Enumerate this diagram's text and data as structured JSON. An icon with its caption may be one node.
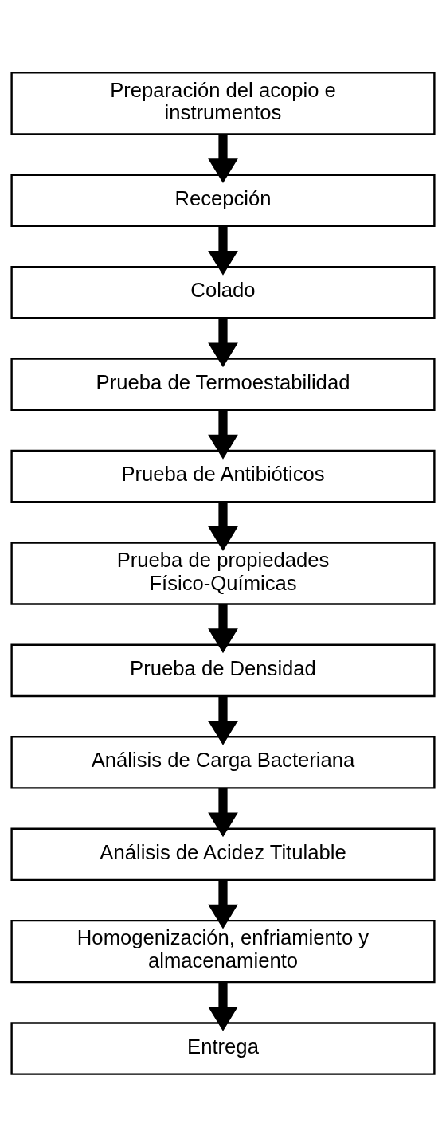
{
  "diagram": {
    "nodes": [
      {
        "text": [
          "Preparación del acopio e instrumentos"
        ]
      },
      {
        "text": [
          "Recepción"
        ]
      },
      {
        "text": [
          "Colado"
        ]
      },
      {
        "text": [
          "Prueba de Termoestabilidad"
        ]
      },
      {
        "text": [
          "Prueba de Antibióticos"
        ]
      },
      {
        "text": [
          "Prueba de propiedades Físico-Químicas"
        ]
      },
      {
        "text": [
          "Prueba de Densidad"
        ]
      },
      {
        "text": [
          "Análisis de Carga Bacteriana"
        ]
      },
      {
        "text": [
          "Análisis de Acidez Titulable"
        ]
      },
      {
        "text": [
          "Homogenización, enfriamiento y almacenamiento"
        ]
      },
      {
        "text": [
          "Entrega"
        ]
      }
    ],
    "edges": [
      {
        "from": 0,
        "to": 1,
        "arrow": "to"
      },
      {
        "from": 1,
        "to": 2,
        "arrow": "to"
      },
      {
        "from": 2,
        "to": 3,
        "arrow": "to"
      },
      {
        "from": 3,
        "to": 4,
        "arrow": "to"
      },
      {
        "from": 4,
        "to": 5,
        "arrow": "to"
      },
      {
        "from": 5,
        "to": 6,
        "arrow": "to"
      },
      {
        "from": 6,
        "to": 7,
        "arrow": "to"
      },
      {
        "from": 7,
        "to": 8,
        "arrow": "to"
      },
      {
        "from": 8,
        "to": 9,
        "arrow": "to"
      },
      {
        "from": 9,
        "to": 10,
        "arrow": "to"
      }
    ]
  }
}
